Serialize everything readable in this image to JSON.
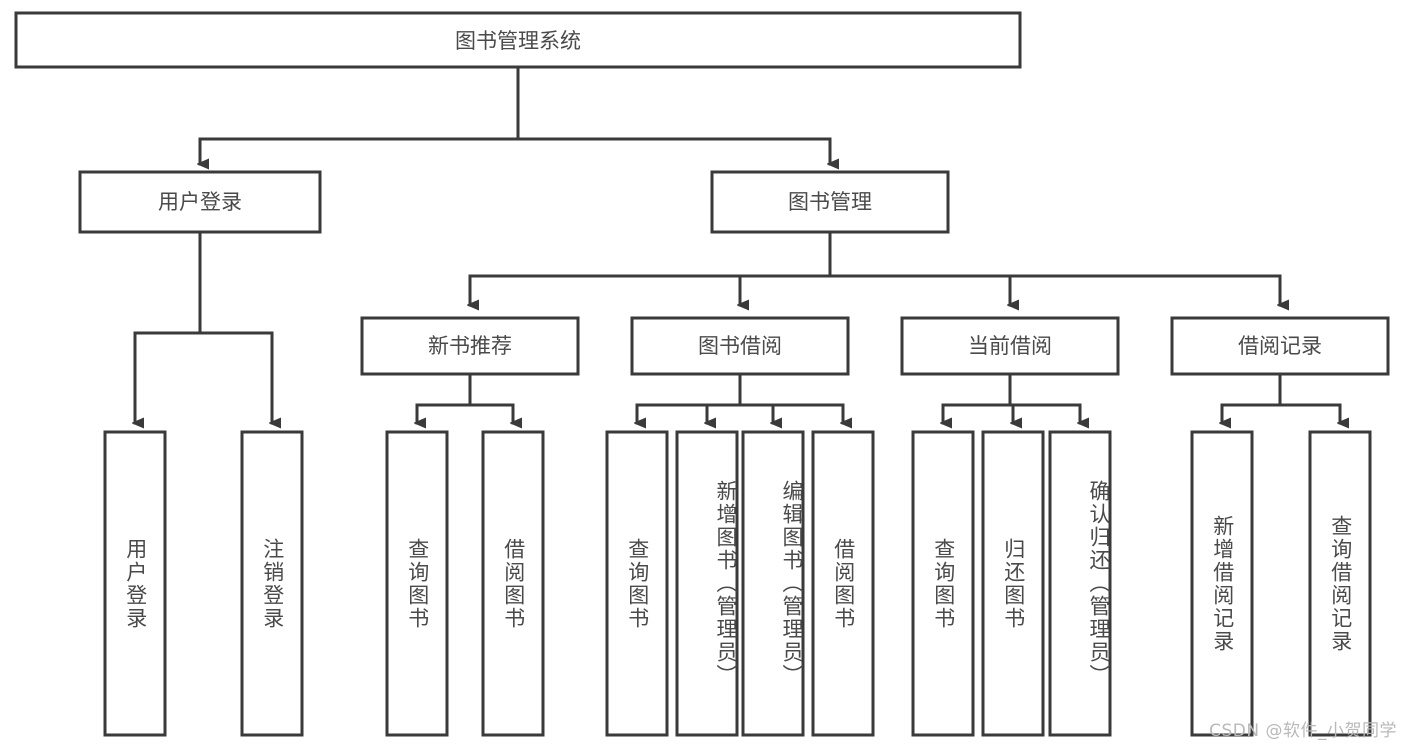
{
  "diagram": {
    "type": "tree-hierarchy-chart",
    "title_node": {
      "label": "图书管理系统"
    },
    "level2": [
      {
        "id": "user-login",
        "label": "用户登录"
      },
      {
        "id": "book-management",
        "label": "图书管理"
      }
    ],
    "level3": [
      {
        "id": "new-book-recommend",
        "label": "新书推荐"
      },
      {
        "id": "book-borrow",
        "label": "图书借阅"
      },
      {
        "id": "current-borrow",
        "label": "当前借阅"
      },
      {
        "id": "borrow-record",
        "label": "借阅记录"
      }
    ],
    "leaves": [
      {
        "id": "leaf-user-login",
        "parent": "user-login",
        "label": "用户登录"
      },
      {
        "id": "leaf-logout-login",
        "parent": "user-login",
        "label": "注销登录"
      },
      {
        "id": "leaf-query-book-1",
        "parent": "new-book-recommend",
        "label": "查询图书"
      },
      {
        "id": "leaf-borrow-book-1",
        "parent": "new-book-recommend",
        "label": "借阅图书"
      },
      {
        "id": "leaf-query-book-2",
        "parent": "book-borrow",
        "label": "查询图书"
      },
      {
        "id": "leaf-add-book",
        "parent": "book-borrow",
        "label": "新增图书（管理员）"
      },
      {
        "id": "leaf-edit-book",
        "parent": "book-borrow",
        "label": "编辑图书（管理员）"
      },
      {
        "id": "leaf-borrow-book-2",
        "parent": "book-borrow",
        "label": "借阅图书"
      },
      {
        "id": "leaf-query-book-3",
        "parent": "current-borrow",
        "label": "查询图书"
      },
      {
        "id": "leaf-return-book",
        "parent": "current-borrow",
        "label": "归还图书"
      },
      {
        "id": "leaf-confirm-return",
        "parent": "current-borrow",
        "label": "确认归还（管理员）"
      },
      {
        "id": "leaf-add-record",
        "parent": "borrow-record",
        "label": "新增借阅记录"
      },
      {
        "id": "leaf-query-record",
        "parent": "borrow-record",
        "label": "查询借阅记录"
      }
    ],
    "colors": {
      "box_border": "#3a3a3a",
      "box_fill": "#ffffff",
      "text": "#4a4a4a",
      "connector": "#3a3a3a",
      "watermark": "#b9b9b9",
      "background": "#ffffff"
    }
  },
  "watermark": {
    "text": "CSDN @软件_小贺同学"
  }
}
